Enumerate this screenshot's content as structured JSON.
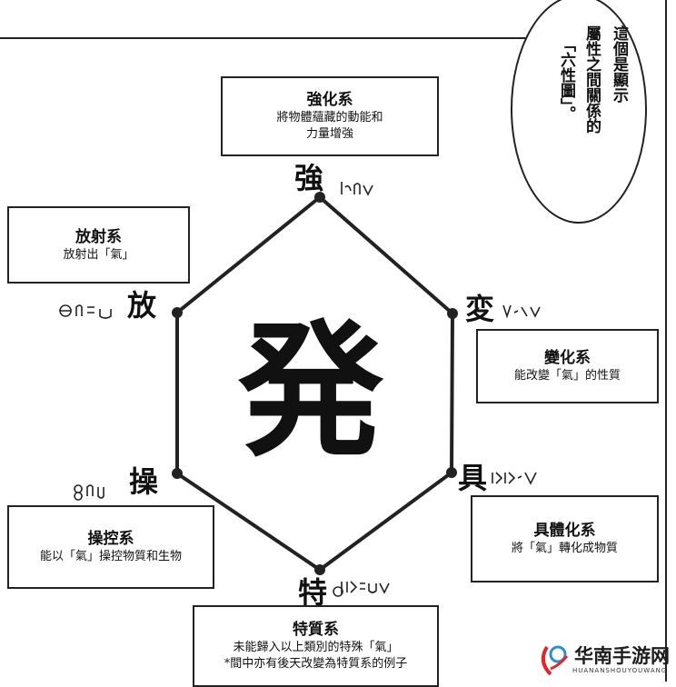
{
  "bubble": {
    "lines": [
      "這個是顯示",
      "屬性之間關係的",
      "「六性圖」。"
    ]
  },
  "center": {
    "label": "発"
  },
  "vertices": {
    "enhancement": "強",
    "transmutation": "変",
    "conjuration": "具",
    "specialization": "特",
    "manipulation": "操",
    "emission": "放"
  },
  "boxes": {
    "enhancement": {
      "title": "強化系",
      "desc": [
        "將物體蘊藏的動能和",
        "力量增強"
      ]
    },
    "emission": {
      "title": "放射系",
      "desc": [
        "放射出「氣」"
      ]
    },
    "transmutation": {
      "title": "變化系",
      "desc": [
        "能改變「氣」的性質"
      ]
    },
    "manipulation": {
      "title": "操控系",
      "desc": [
        "能以「氣」操控物質和生物"
      ]
    },
    "conjuration": {
      "title": "具體化系",
      "desc": [
        "將「氣」轉化成物質"
      ]
    },
    "specialization": {
      "title": "特質系",
      "desc": [
        "未能歸入以上類別的特殊「氣」",
        "*間中亦有後天改變為特質系的例子"
      ]
    }
  },
  "watermark": {
    "name": "华南手游网",
    "pinyin": "HUANANSHOUYOUWANG"
  },
  "colors": {
    "ink": "#222222",
    "paper": "#ffffff",
    "logo_red": "#e0262b",
    "logo_blue": "#2a8fd6"
  }
}
